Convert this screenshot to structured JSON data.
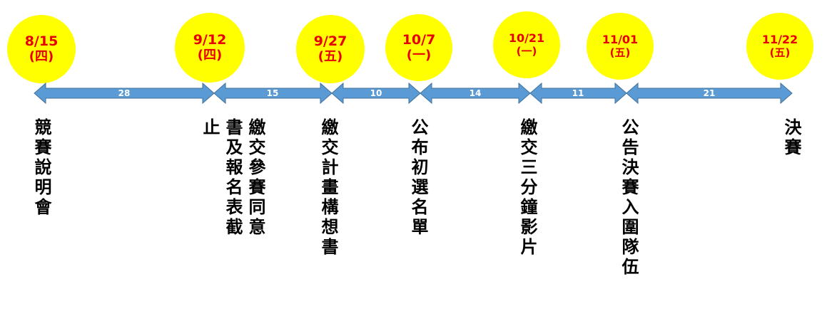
{
  "colors": {
    "circle": "#ffff00",
    "date_text": "#e60000",
    "arrow": "#5b9bd5"
  },
  "milestones": [
    {
      "date": "8/15",
      "weekday": "(四)",
      "label": "競賽說明會"
    },
    {
      "date": "9/12",
      "weekday": "(四)",
      "label": "繳交參賽同意書及報名表截止"
    },
    {
      "date": "9/27",
      "weekday": "(五)",
      "label": "繳交計畫構想書"
    },
    {
      "date": "10/7",
      "weekday": "(一)",
      "label": "公布初選名單"
    },
    {
      "date": "10/21",
      "weekday": "(一)",
      "label": "繳交三分鐘影片"
    },
    {
      "date": "11/01",
      "weekday": "(五)",
      "label": "公告決賽入圍隊伍"
    },
    {
      "date": "11/22",
      "weekday": "(五)",
      "label": "決賽"
    }
  ],
  "intervals": [
    "28",
    "15",
    "10",
    "14",
    "11",
    "21"
  ]
}
